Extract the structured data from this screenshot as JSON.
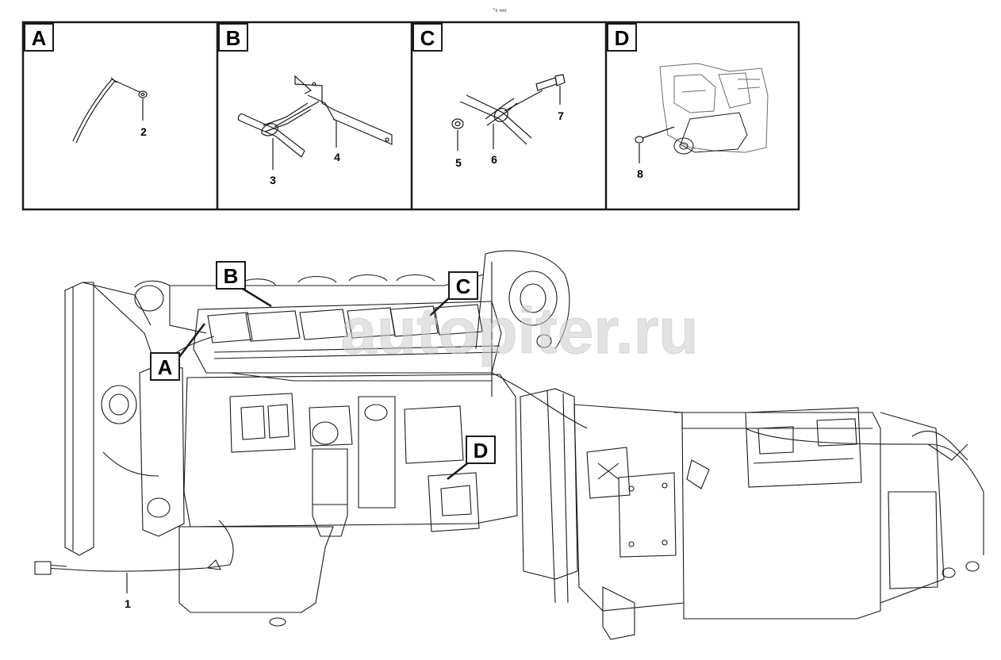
{
  "header": {
    "code": "▫ₐ ₐₐₐ"
  },
  "panels": [
    {
      "letter": "A",
      "callouts": [
        "2"
      ]
    },
    {
      "letter": "B",
      "callouts": [
        "3",
        "4"
      ]
    },
    {
      "letter": "C",
      "callouts": [
        "5",
        "6",
        "7"
      ]
    },
    {
      "letter": "D",
      "callouts": [
        "8"
      ]
    }
  ],
  "main": {
    "view_tags": [
      "A",
      "B",
      "C",
      "D"
    ],
    "callouts": [
      "1"
    ]
  },
  "watermark": {
    "text": "autopiter.ru"
  },
  "colors": {
    "line": "#1a1a1a",
    "watermark": "#cccccc",
    "paper": "#ffffff"
  }
}
